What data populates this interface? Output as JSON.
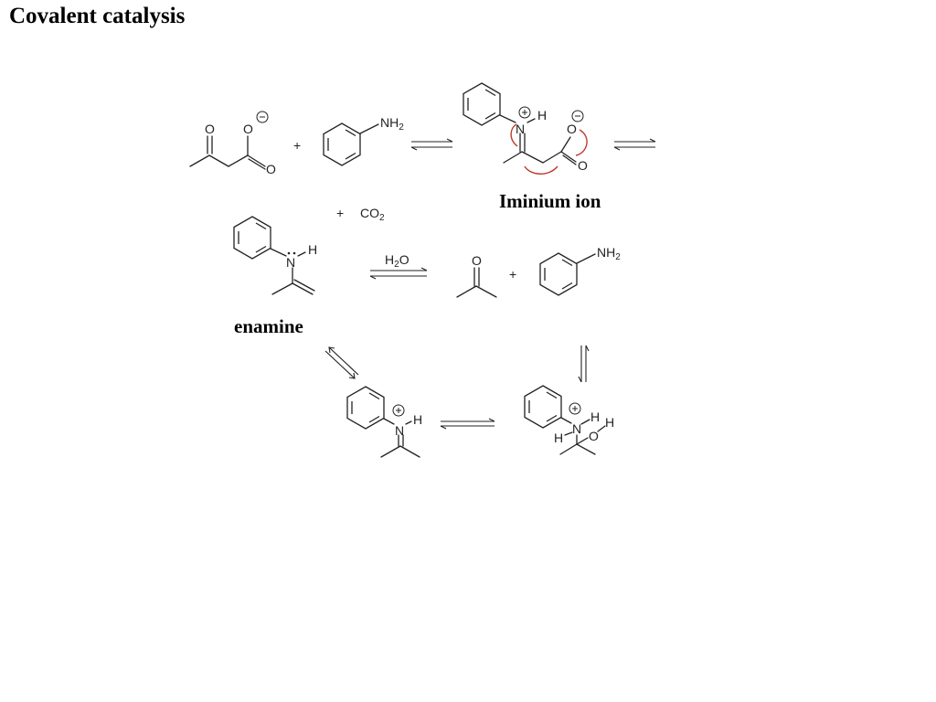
{
  "title": "Covalent catalysis",
  "labels": {
    "iminium_ion": "Iminium ion",
    "enamine": "enamine"
  },
  "atoms": {
    "O": "O",
    "N": "N",
    "H": "H",
    "NH": "NH",
    "two": "2",
    "plus": "+",
    "co2_prefix": "CO",
    "h2o_h": "H",
    "h2o_o": "O"
  },
  "colors": {
    "electron_arrow": "#c0392b",
    "ink": "#222222"
  }
}
